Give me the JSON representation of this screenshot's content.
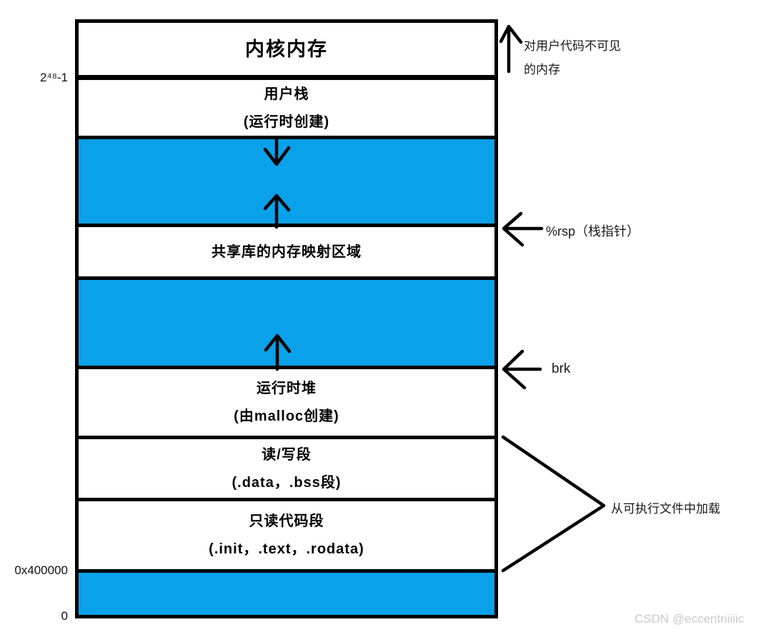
{
  "diagram": {
    "title_context": "process-virtual-address-space",
    "address_labels": {
      "top": "2⁴⁸-1",
      "code_start": "0x400000",
      "zero": "0"
    },
    "sections": [
      {
        "id": "kernel-memory",
        "type": "white",
        "line1": "内核内存"
      },
      {
        "id": "user-stack",
        "type": "white",
        "line1": "用户栈",
        "line2": "(运行时创建)"
      },
      {
        "id": "stack-growth-gap",
        "type": "blue",
        "arrows": [
          "down",
          "up"
        ]
      },
      {
        "id": "shared-lib-mmap",
        "type": "white",
        "line1": "共享库的内存映射区域"
      },
      {
        "id": "heap-growth-gap",
        "type": "blue",
        "arrows": [
          "up"
        ]
      },
      {
        "id": "runtime-heap",
        "type": "white",
        "line1": "运行时堆",
        "line2": "(由malloc创建)"
      },
      {
        "id": "read-write-segment",
        "type": "white",
        "line1": "读/写段",
        "line2": "(.data，.bss段)"
      },
      {
        "id": "read-only-segment",
        "type": "white",
        "line1": "只读代码段",
        "line2": "(.init，.text，.rodata)"
      },
      {
        "id": "unmapped-low",
        "type": "blue"
      }
    ],
    "annotations": {
      "kernel_note_line1": "对用户代码不可见",
      "kernel_note_line2": "的内存",
      "rsp_label": "%rsp（栈指针）",
      "brk_label": "brk",
      "load_note": "从可执行文件中加载"
    },
    "colors": {
      "region_blue": "#09a1e9",
      "border_black": "#000000",
      "watermark_gray": "#c9c9c9"
    }
  },
  "watermark": "CSDN @eccentriiiiic"
}
